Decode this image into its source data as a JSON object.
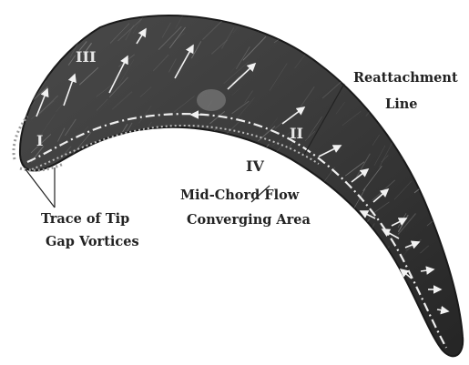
{
  "regions": {
    "region_1": "I",
    "region_2": "II",
    "region_3": "III",
    "region_4": "IV"
  },
  "annotations": {
    "reattachment": [
      "Reattachment",
      "Line"
    ],
    "mid_chord": [
      "Mid-Chord Flow",
      "Converging Area"
    ],
    "tip_gap": [
      "Trace of Tip",
      "Gap Vortices"
    ]
  },
  "colors": {
    "blade_dark": "#2b2b2b",
    "blade_mid": "#5a5a5a",
    "streak": "#d9d9d9",
    "arrow": "#f2f2f2",
    "line_text": "#222222"
  }
}
